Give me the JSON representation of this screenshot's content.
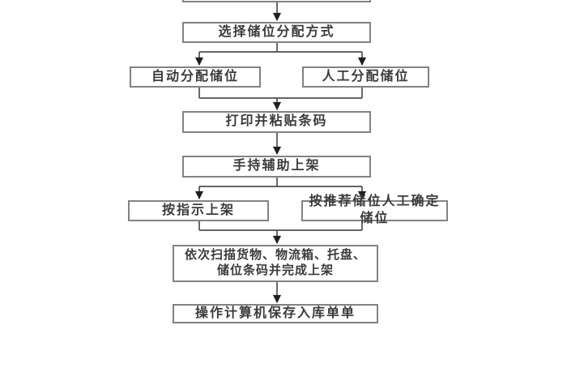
{
  "colors": {
    "box_border": "#828282",
    "connector": "#4f4f4f",
    "arrowhead": "#1f1f1f",
    "text": "#3b3b3b",
    "background": "#ffffff"
  },
  "flowchart": {
    "nodes": {
      "top_partial": {
        "label": ""
      },
      "select_allocation": {
        "label": "选择储位分配方式"
      },
      "auto_allocate": {
        "label": "自动分配储位"
      },
      "manual_allocate": {
        "label": "人工分配储位"
      },
      "print_paste_barcode": {
        "label": "打印并粘贴条码"
      },
      "handheld_shelving": {
        "label": "手持辅助上架"
      },
      "shelve_by_instruction": {
        "label": "按指示上架"
      },
      "manual_confirm_recommended": {
        "label": "按推荐储位人工确定储位"
      },
      "scan_and_complete": {
        "label": "依次扫描货物、物流箱、托盘、储位条码并完成上架"
      },
      "save_inbound_order": {
        "label": "操作计算机保存入库单单"
      }
    }
  }
}
